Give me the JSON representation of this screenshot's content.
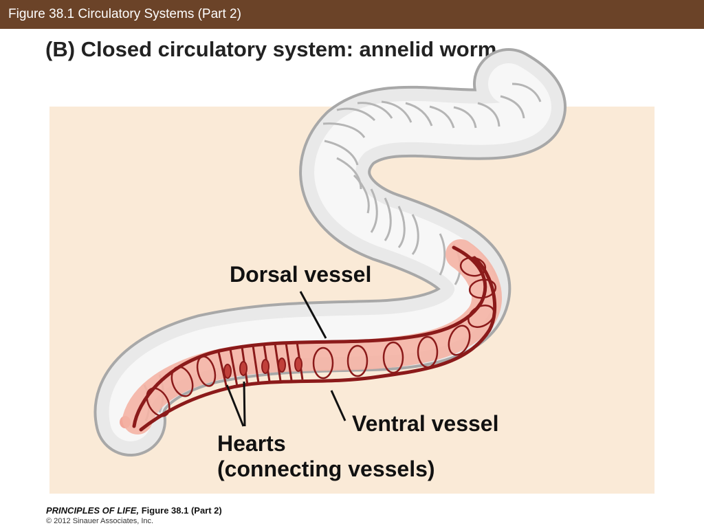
{
  "header": {
    "title": "Figure 38.1  Circulatory Systems (Part 2)"
  },
  "figure": {
    "title": "(B)  Closed circulatory system: annelid worm"
  },
  "labels": {
    "dorsal_vessel": "Dorsal vessel",
    "ventral_vessel": "Ventral vessel",
    "hearts": "Hearts",
    "connecting_vessels": "(connecting vessels)"
  },
  "footer": {
    "book": "PRINCIPLES OF LIFE,",
    "figure_ref": "Figure 38.1 (Part 2)",
    "copyright": "© 2012 Sinauer Associates, Inc."
  },
  "colors": {
    "header_bg": "#6b4328",
    "panel_bg": "#faead7",
    "vessel": "#8b1a1a",
    "body_tissue": "#f0a090",
    "worm_body": "#dcdcdc"
  }
}
